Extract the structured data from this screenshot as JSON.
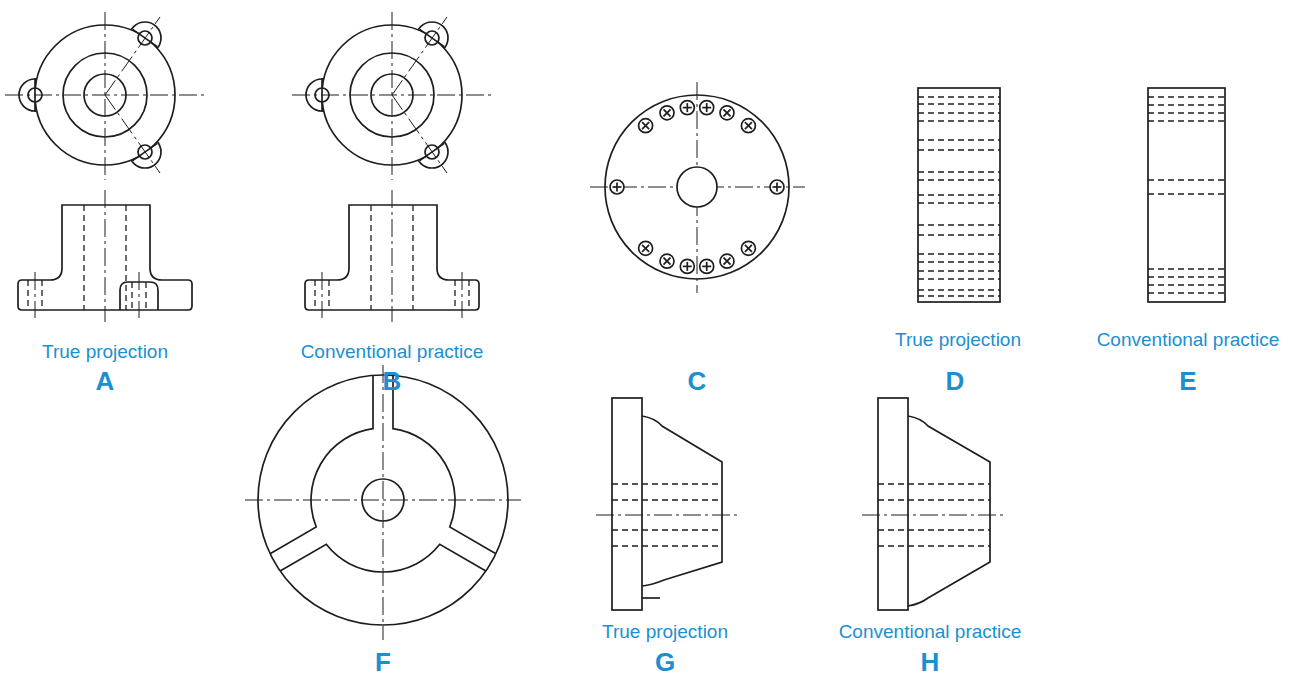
{
  "diagram": {
    "labels": [
      "True projection",
      "Conventional practice",
      "A",
      "B",
      "C",
      "True projection",
      "Conventional practice",
      "D",
      "E",
      "F",
      "True projection",
      "Conventional practice",
      "G",
      "H"
    ]
  }
}
